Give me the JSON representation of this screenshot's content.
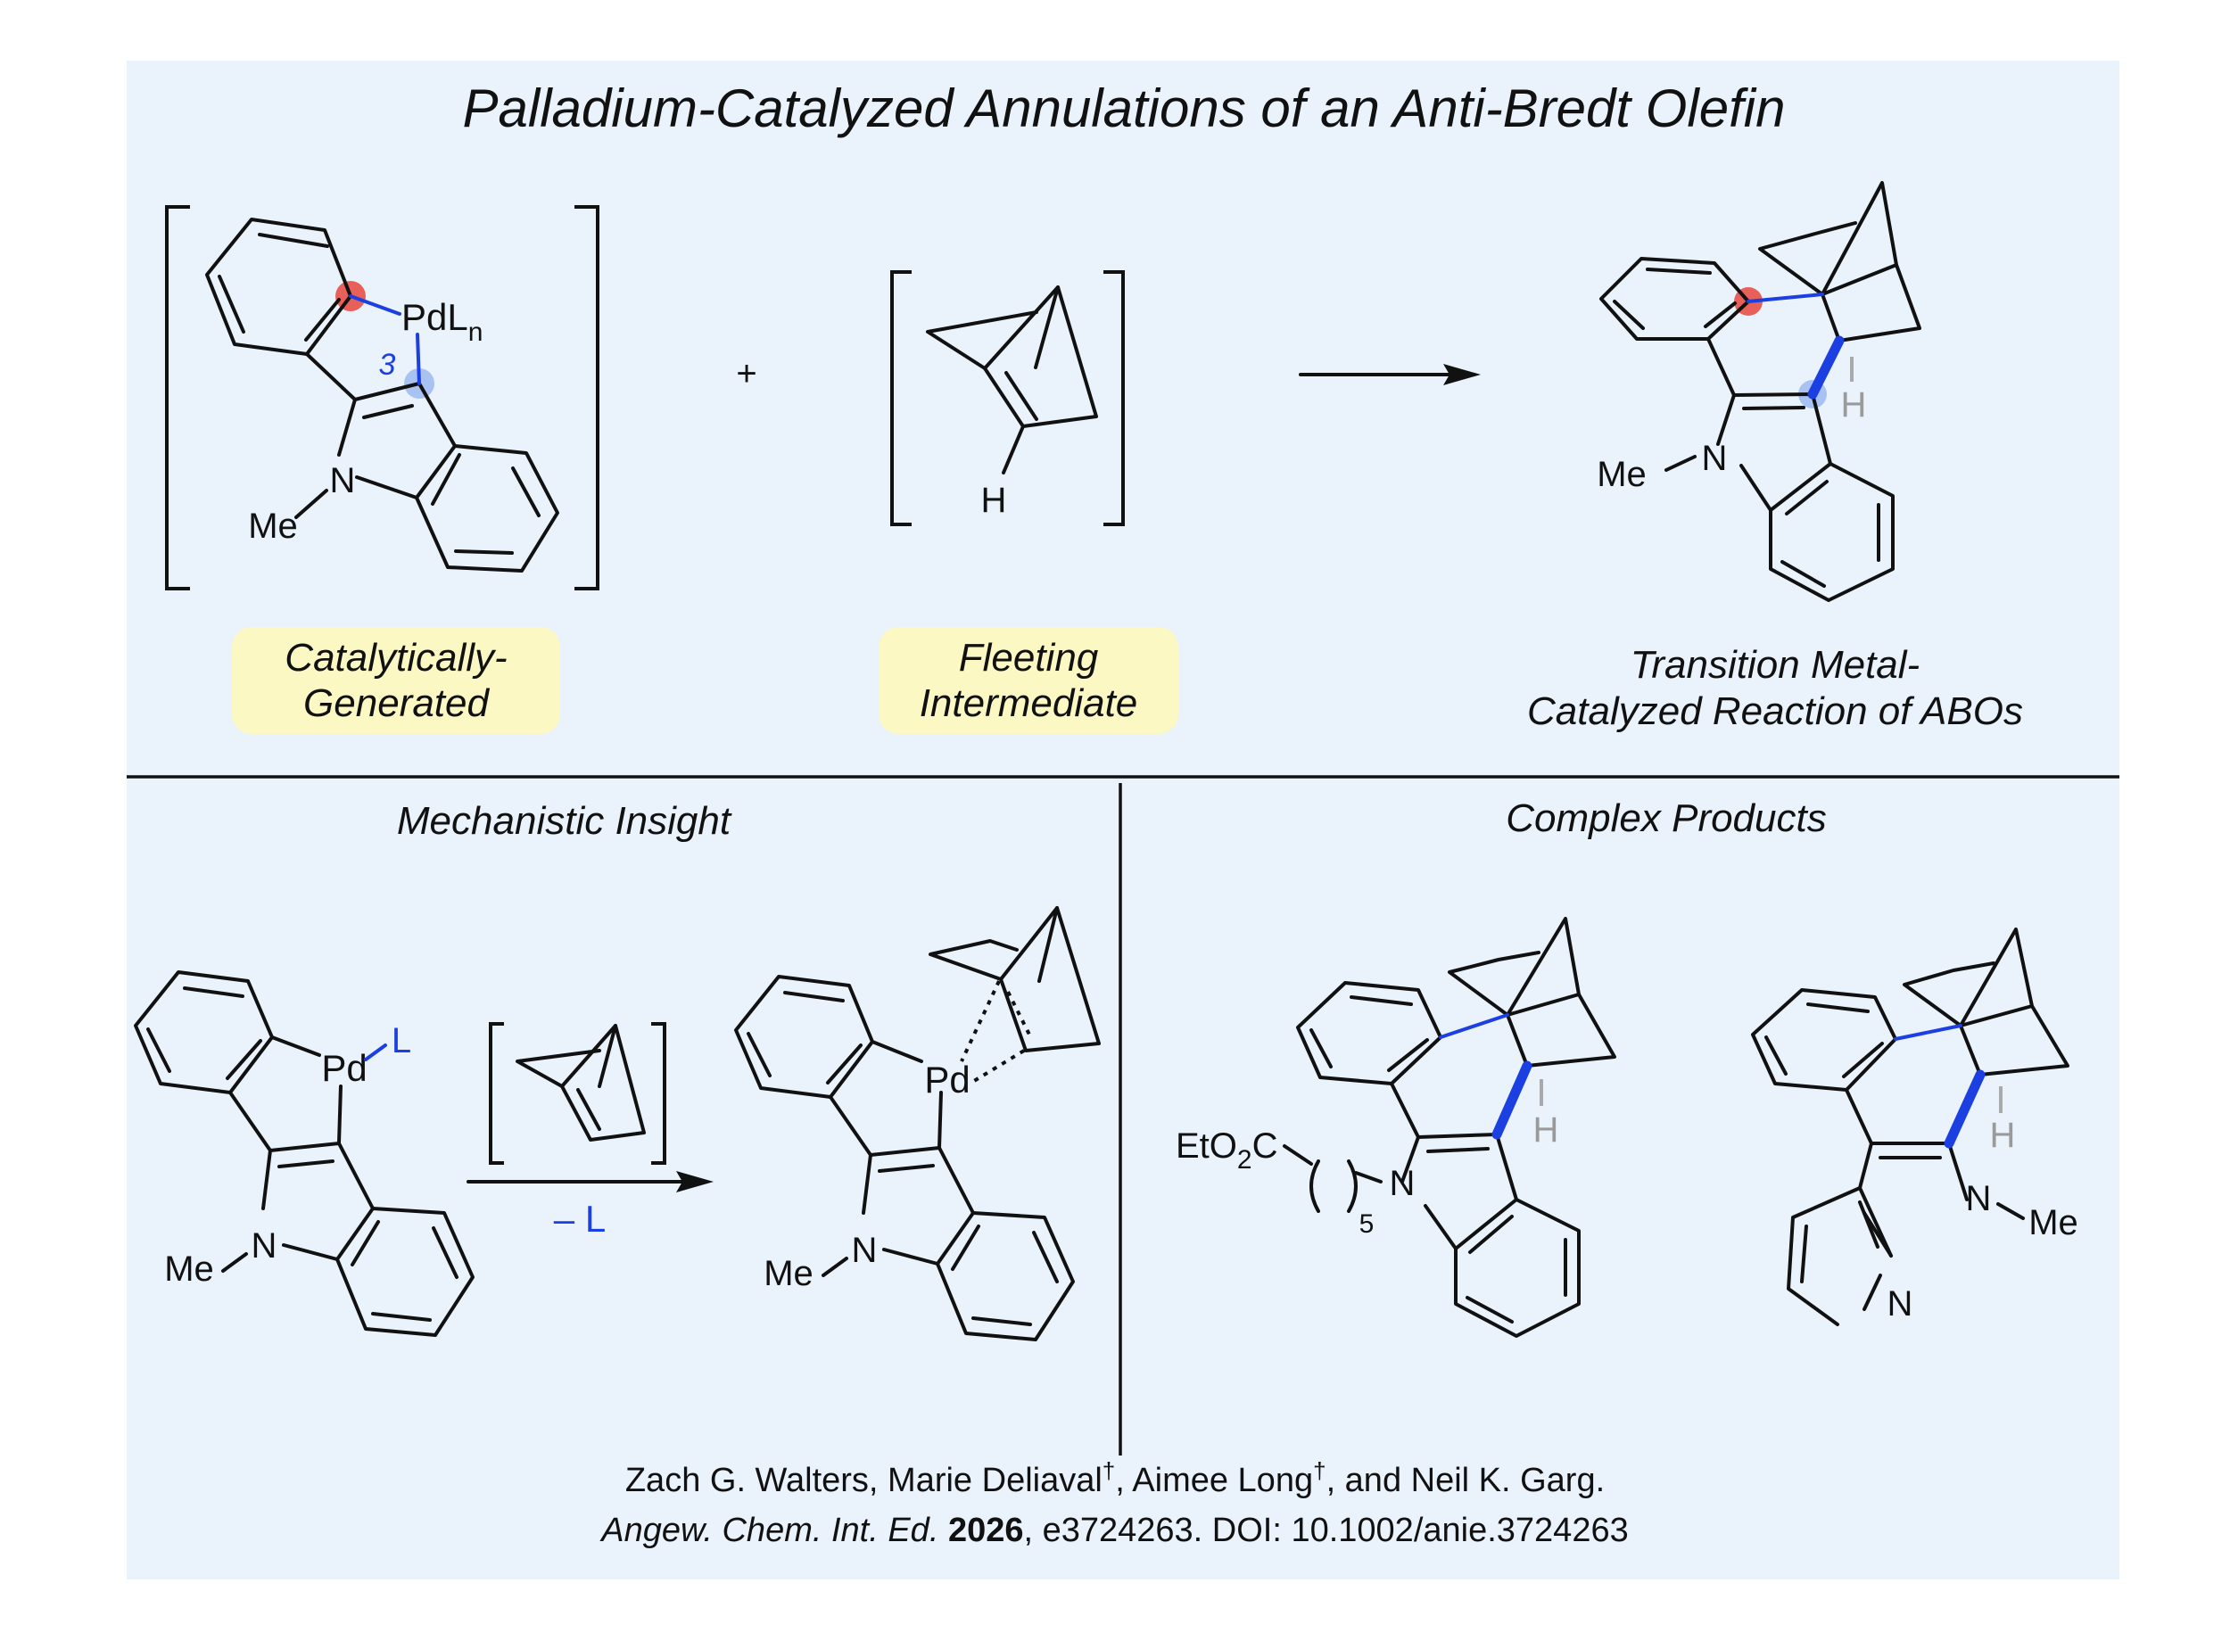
{
  "title": "Palladium-Catalyzed Annulations of an Anti-Bredt Olefin",
  "top": {
    "catalytic_label_1": "Catalytically-",
    "catalytic_label_2": "Generated",
    "fleeting_label_1": "Fleeting",
    "fleeting_label_2": "Intermediate",
    "tm_label_1": "Transition Metal-",
    "tm_label_2": "Catalyzed Reaction of ABOs",
    "plus": "+",
    "position_number": "3",
    "pd_label": "PdL",
    "pd_subscript": "n"
  },
  "atoms": {
    "N": "N",
    "Me": "Me",
    "H": "H",
    "Pd": "Pd",
    "L": "L",
    "ester_1": "EtO",
    "ester_2": "2",
    "ester_3": "C",
    "chain_count": "5"
  },
  "bottom_left": {
    "heading": "Mechanistic Insight",
    "minus_l": "– L"
  },
  "bottom_right": {
    "heading": "Complex Products"
  },
  "citation": {
    "authors_1": "Zach G. Walters, Marie Deliaval",
    "dagger": "†",
    "authors_2": ", Aimee Long",
    "authors_3": ", and Neil K. Garg.",
    "journal": "Angew. Chem. Int. Ed.",
    "year": "2026",
    "rest": ", e3724263. DOI: 10.1002/anie.3724263"
  },
  "colors": {
    "panel": "#eaf2fc",
    "label_box": "#fbf8c4",
    "new_bond": "#1b3fe0",
    "red_marker": "#e8605a",
    "blue_marker": "#a8c2f2"
  }
}
